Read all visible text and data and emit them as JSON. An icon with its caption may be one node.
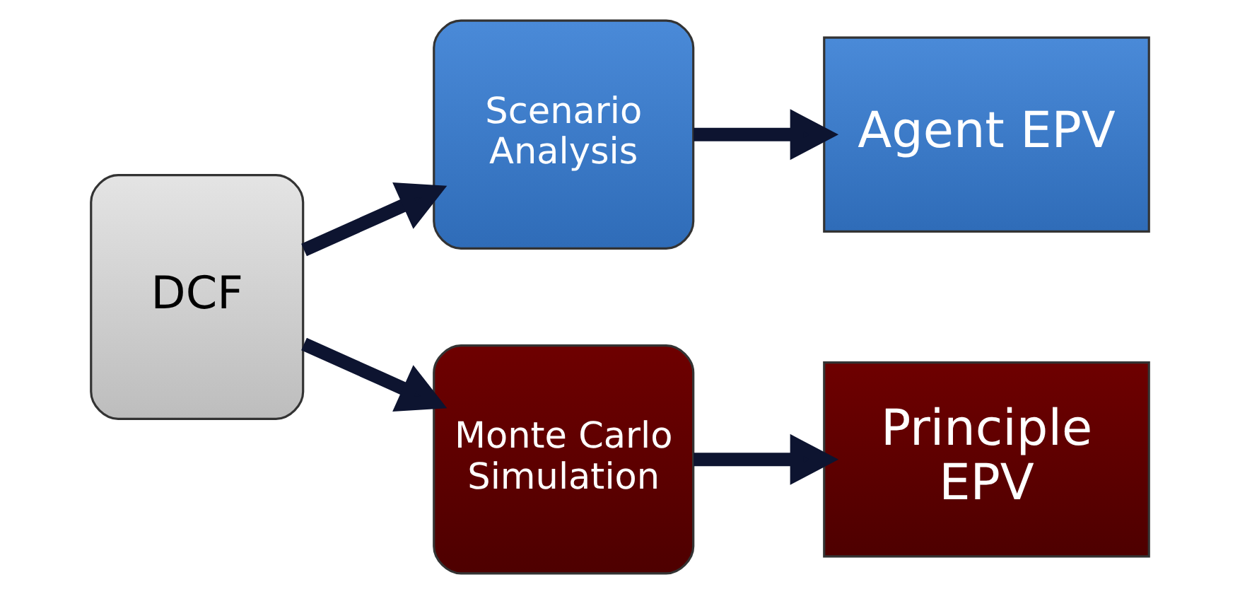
{
  "diagram": {
    "nodes": [
      {
        "text": [
          "DCF"
        ]
      },
      {
        "text": [
          "Scenario Analysis"
        ]
      },
      {
        "text": [
          "Agent EPV"
        ]
      },
      {
        "text": [
          "Monte Carlo Simulation"
        ]
      },
      {
        "text": [
          "Principle EPV"
        ]
      }
    ],
    "edges": [
      {
        "from": 0,
        "to": 1,
        "arrow": "to"
      },
      {
        "from": 1,
        "to": 2,
        "arrow": "to"
      },
      {
        "from": 0,
        "to": 3,
        "arrow": "to"
      },
      {
        "from": 3,
        "to": 4,
        "arrow": "to"
      }
    ]
  }
}
